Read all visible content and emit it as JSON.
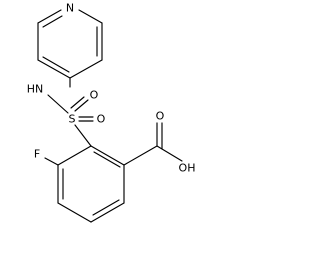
{
  "molecule": {
    "atoms": {
      "pyridine_n": "N",
      "amine_nh": "HN",
      "sulfur": "S",
      "oxygen_top": "O",
      "oxygen_right": "O",
      "fluorine": "F",
      "carbonyl_o": "O",
      "hydroxyl": "OH"
    }
  },
  "colors": {
    "bond": "#000000",
    "label": "#000000",
    "background": "#ffffff"
  }
}
